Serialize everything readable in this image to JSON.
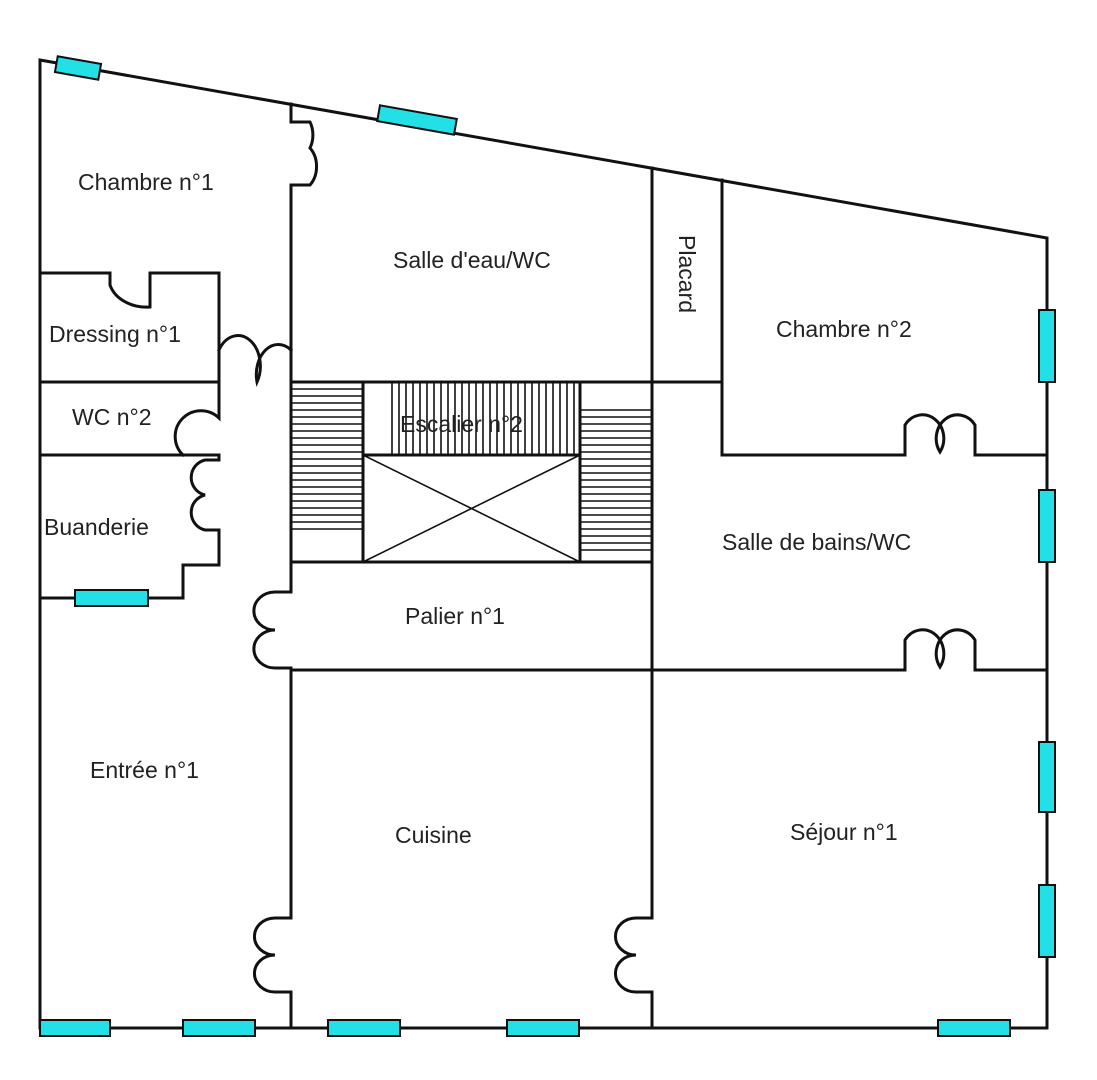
{
  "rooms": {
    "chambre1": "Chambre n°1",
    "salle_eau": "Salle d'eau/WC",
    "placard": "Placard",
    "chambre2": "Chambre n°2",
    "dressing1": "Dressing n°1",
    "wc2": "WC n°2",
    "escalier2": "Escalier n°2",
    "buanderie": "Buanderie",
    "salle_bains": "Salle de bains/WC",
    "palier1": "Palier n°1",
    "entree1": "Entrée n°1",
    "cuisine": "Cuisine",
    "sejour1": "Séjour n°1"
  },
  "colors": {
    "window": "#22e0e6",
    "wall": "#111111"
  }
}
